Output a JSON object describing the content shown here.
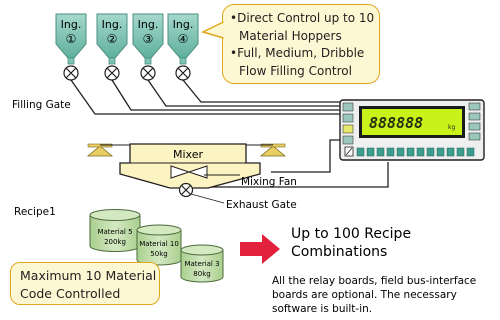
{
  "hoppers": [
    {
      "name": "Ing.",
      "num": "①"
    },
    {
      "name": "Ing.",
      "num": "②"
    },
    {
      "name": "Ing.",
      "num": "③"
    },
    {
      "name": "Ing.",
      "num": "④"
    }
  ],
  "features_callout": {
    "line1": "•Direct Control up to 10",
    "line2": "Material Hoppers",
    "line3": "•Full, Medium, Dribble",
    "line4": "Flow Filling Control"
  },
  "labels": {
    "filling_gate": "Filling Gate",
    "mixer": "Mixer",
    "mixing_fan": "Mixing Fan",
    "exhaust_gate": "Exhaust Gate",
    "recipe": "Recipe1"
  },
  "indicator": {
    "display": "888888",
    "unit": "kg",
    "display_color": "#c9f21a",
    "key_color": "#3d9e8e"
  },
  "materials": [
    {
      "name": "Material 5",
      "weight": "200kg"
    },
    {
      "name": "Material 10",
      "weight": "50kg"
    },
    {
      "name": "Material 3",
      "weight": "80kg"
    }
  ],
  "recipe_callout": {
    "line1": "Maximum 10 Material",
    "line2": "Code Controlled"
  },
  "combinations": {
    "line1": "Up to 100 Recipe",
    "line2": "Combinations"
  },
  "note": {
    "line1": "All the relay boards, field bus-interface",
    "line2": "boards are optional. The necessary",
    "line3": "software is built-in."
  },
  "colors": {
    "hopper": "#7dc4b4",
    "mixer": "#fcf3c2",
    "support": "#e9cf63",
    "cylinder": "#bcd8a4",
    "arrow": "#e2223c"
  }
}
